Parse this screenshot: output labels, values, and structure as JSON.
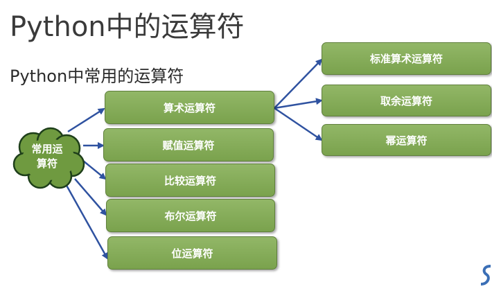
{
  "title": "Python中的运算符",
  "subtitle": "Python中常用的运算符",
  "root": {
    "label_line1": "常用运",
    "label_line2": "算符"
  },
  "operators": [
    "算术运算符",
    "赋值运算符",
    "比较运算符",
    "布尔运算符",
    "位运算符"
  ],
  "arithmetic_children": [
    "标准算术运算符",
    "取余运算符",
    "幂运算符"
  ],
  "colors": {
    "box_fill": "#7aa24d",
    "arrow": "#2f52a0",
    "cloud_fill": "#6f9a40",
    "cloud_stroke": "#1e3f1a"
  },
  "icons": {
    "corner": "s-shape-logo-icon"
  }
}
